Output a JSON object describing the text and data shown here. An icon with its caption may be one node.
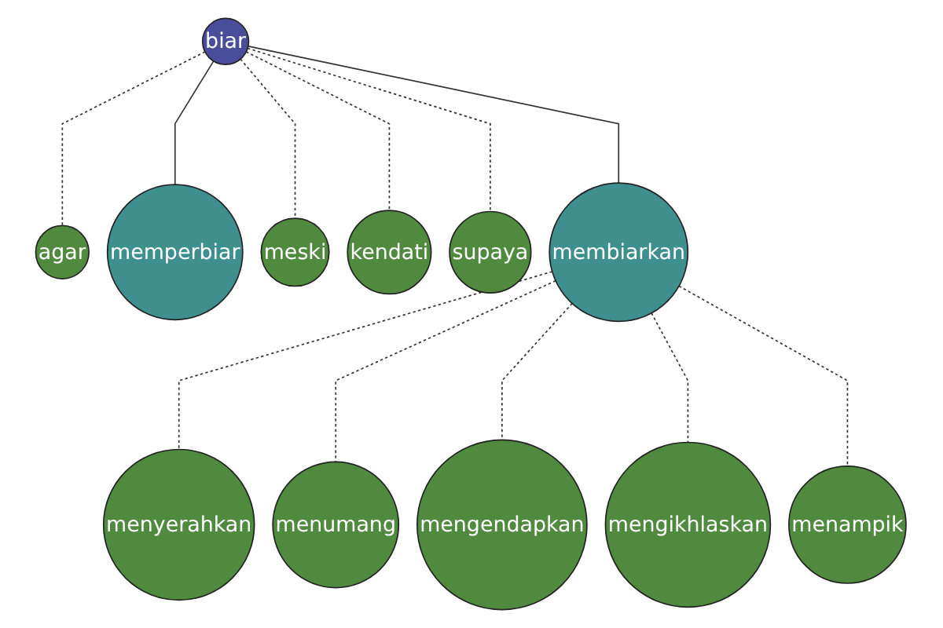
{
  "diagram": {
    "nodes": [
      {
        "text": [
          "agar"
        ]
      },
      {
        "text": [
          "memperbiar"
        ]
      },
      {
        "text": [
          "biar"
        ]
      },
      {
        "text": [
          "meski"
        ]
      },
      {
        "text": [
          "kendati"
        ]
      },
      {
        "text": [
          "supaya"
        ]
      },
      {
        "text": [
          "menyerahkan"
        ]
      },
      {
        "text": [
          "membiarkan"
        ]
      },
      {
        "text": [
          "menumang"
        ]
      },
      {
        "text": [
          "mengendapkan"
        ]
      },
      {
        "text": [
          "mengikhlaskan"
        ]
      },
      {
        "text": [
          "menampik"
        ]
      }
    ],
    "edges": [
      {
        "from": 2,
        "to": 1,
        "arrow": "none"
      },
      {
        "from": 2,
        "to": 7,
        "arrow": "none"
      },
      {
        "from": 2,
        "to": 0,
        "arrow": "none",
        "style": "dashed"
      },
      {
        "from": 2,
        "to": 3,
        "arrow": "none",
        "style": "dashed"
      },
      {
        "from": 2,
        "to": 5,
        "arrow": "none",
        "style": "dashed"
      },
      {
        "from": 2,
        "to": 4,
        "arrow": "none",
        "style": "dashed"
      },
      {
        "from": 7,
        "to": 6,
        "arrow": "none",
        "style": "dashed"
      },
      {
        "from": 7,
        "to": 8,
        "arrow": "none",
        "style": "dashed"
      },
      {
        "from": 7,
        "to": 9,
        "arrow": "none",
        "style": "dashed"
      },
      {
        "from": 7,
        "to": 10,
        "arrow": "none",
        "style": "dashed"
      },
      {
        "from": 7,
        "to": 11,
        "arrow": "none",
        "style": "dashed"
      }
    ]
  }
}
